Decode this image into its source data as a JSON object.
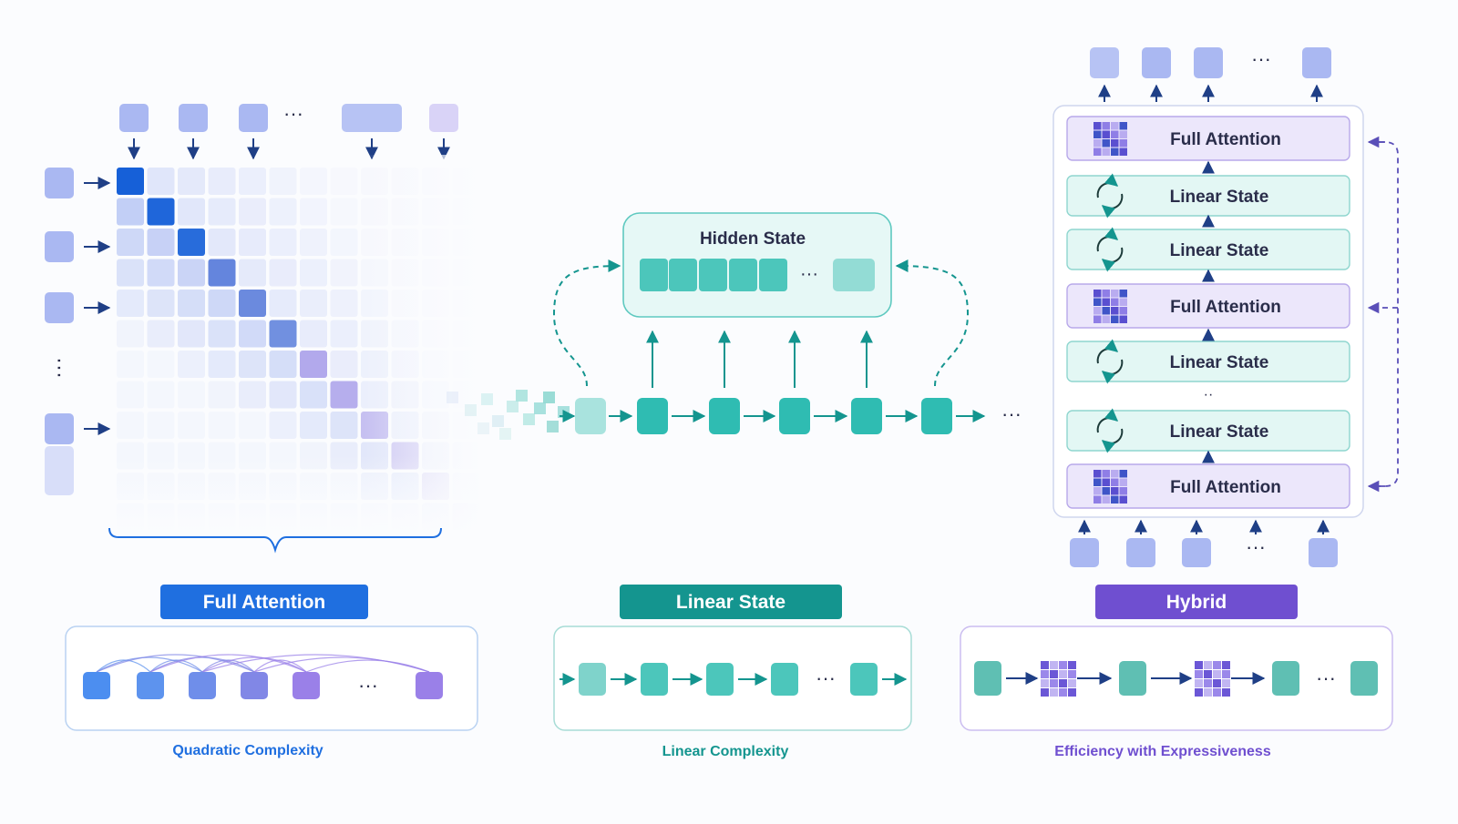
{
  "panels": {
    "full_attention": {
      "label": "Full Attention",
      "caption": "Quadratic Complexity",
      "color": "#1f6fe0"
    },
    "linear_state": {
      "label": "Linear State",
      "caption": "Linear Complexity",
      "hidden_state_title": "Hidden State",
      "color": "#14958f"
    },
    "hybrid": {
      "label": "Hybrid",
      "caption": "Efficiency with Expressiveness",
      "color": "#6f4fd0",
      "layers": [
        {
          "label": "Full Attention",
          "kind": "attention"
        },
        {
          "label": "Linear State",
          "kind": "linear"
        },
        {
          "label": "Linear State",
          "kind": "linear"
        },
        {
          "label": "Full Attention",
          "kind": "attention"
        },
        {
          "label": "Linear State",
          "kind": "linear"
        },
        {
          "label": "Linear State",
          "kind": "linear"
        },
        {
          "label": "Full Attention",
          "kind": "attention"
        }
      ]
    }
  },
  "ellipsis": "···",
  "colors": {
    "blue_dark": "#1660d8",
    "blue_tile": "#aab8f2",
    "teal": "#2fbcb2",
    "teal_light": "#c7f0ec",
    "purple": "#7a5ae0",
    "purple_light": "#ece7fb",
    "arrow": "#1f3f86"
  }
}
